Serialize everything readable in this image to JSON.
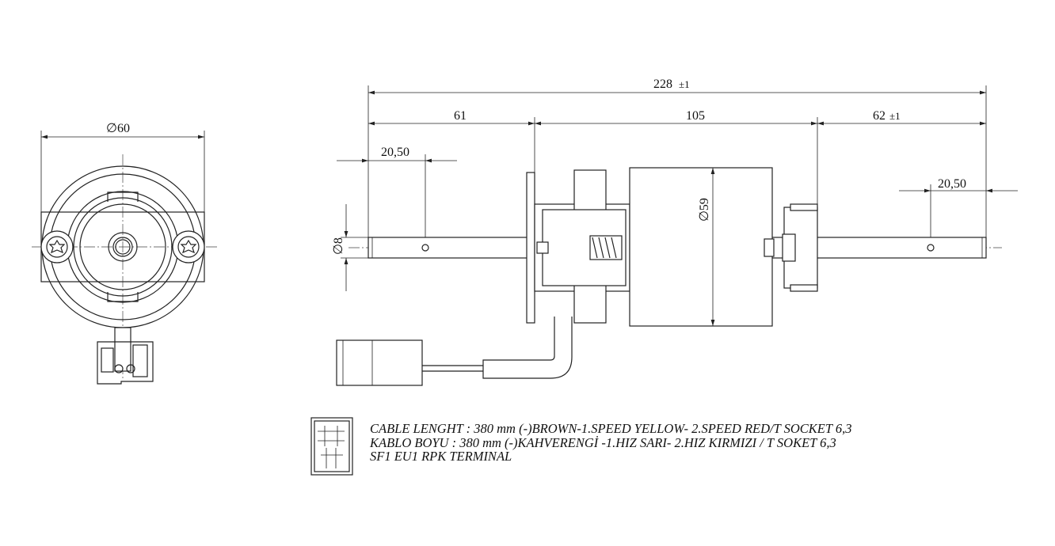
{
  "dimensions": {
    "front_diameter": "∅60",
    "overall_length": "228",
    "overall_tol": "±1",
    "left_shaft": "61",
    "body_length": "105",
    "right_shaft": "62",
    "right_shaft_tol": "±1",
    "left_hole_offset": "20,50",
    "right_hole_offset": "20,50",
    "shaft_diameter": "∅8",
    "body_diameter": "∅59"
  },
  "legend": {
    "line1": "CABLE LENGHT : 380 mm (-)BROWN-1.SPEED YELLOW- 2.SPEED RED/T SOCKET 6,3",
    "line2": "KABLO BOYU : 380 mm (-)KAHVERENGİ -1.HIZ SARI- 2.HIZ KIRMIZI / T SOKET 6,3",
    "line3": "SF1 EU1 RPK TERMINAL"
  }
}
